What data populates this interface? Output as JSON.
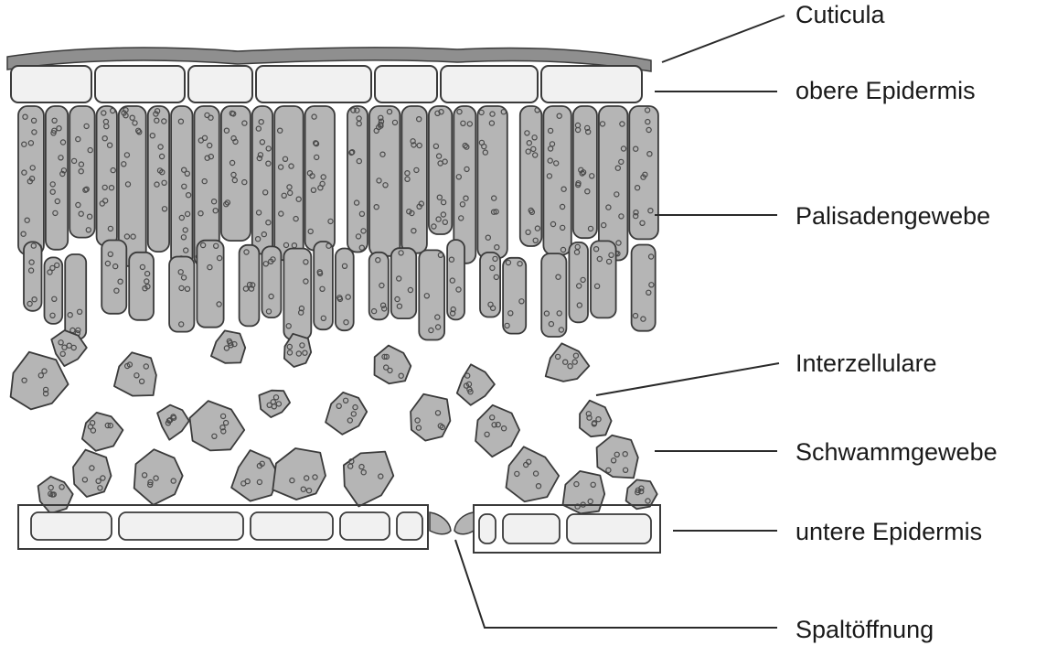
{
  "diagram": {
    "labels": {
      "cuticula": "Cuticula",
      "upper_epidermis": "obere Epidermis",
      "palisade": "Palisadengewebe",
      "intercellular": "Interzellulare",
      "spongy": "Schwammgewebe",
      "lower_epidermis": "untere Epidermis",
      "stoma": "Spaltöffnung"
    },
    "colors": {
      "cell_fill": "#b5b5b5",
      "cell_stroke": "#3a3a3a",
      "epidermis_fill": "#f1f1f1",
      "cuticle_fill": "#8f8f8f",
      "chloroplast": "#4a4a4a"
    }
  }
}
